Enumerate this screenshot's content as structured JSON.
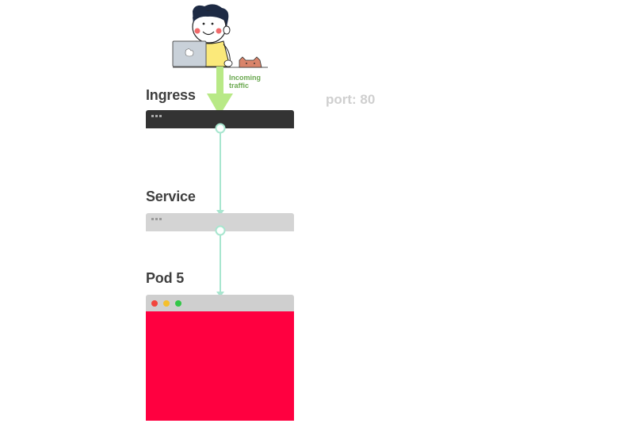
{
  "labels": {
    "ingress": "Ingress",
    "service": "Service",
    "pod": "Pod 5",
    "port": "port: 80",
    "traffic_line1": "Incoming",
    "traffic_line2": "traffic"
  },
  "colors": {
    "ingress_bar": "#333333",
    "service_bar": "#d4d4d4",
    "pod_body": "#ff0040",
    "pod_titlebar": "#cfcfcf",
    "connector": "#a8e6cf",
    "arrow": "#b8e986",
    "window_close": "#f2453d",
    "window_minimize": "#f5c02c",
    "window_maximize": "#33c748"
  },
  "icons": [
    "developer-illustration",
    "laptop-icon",
    "cat-icon",
    "window-dots-icon"
  ]
}
